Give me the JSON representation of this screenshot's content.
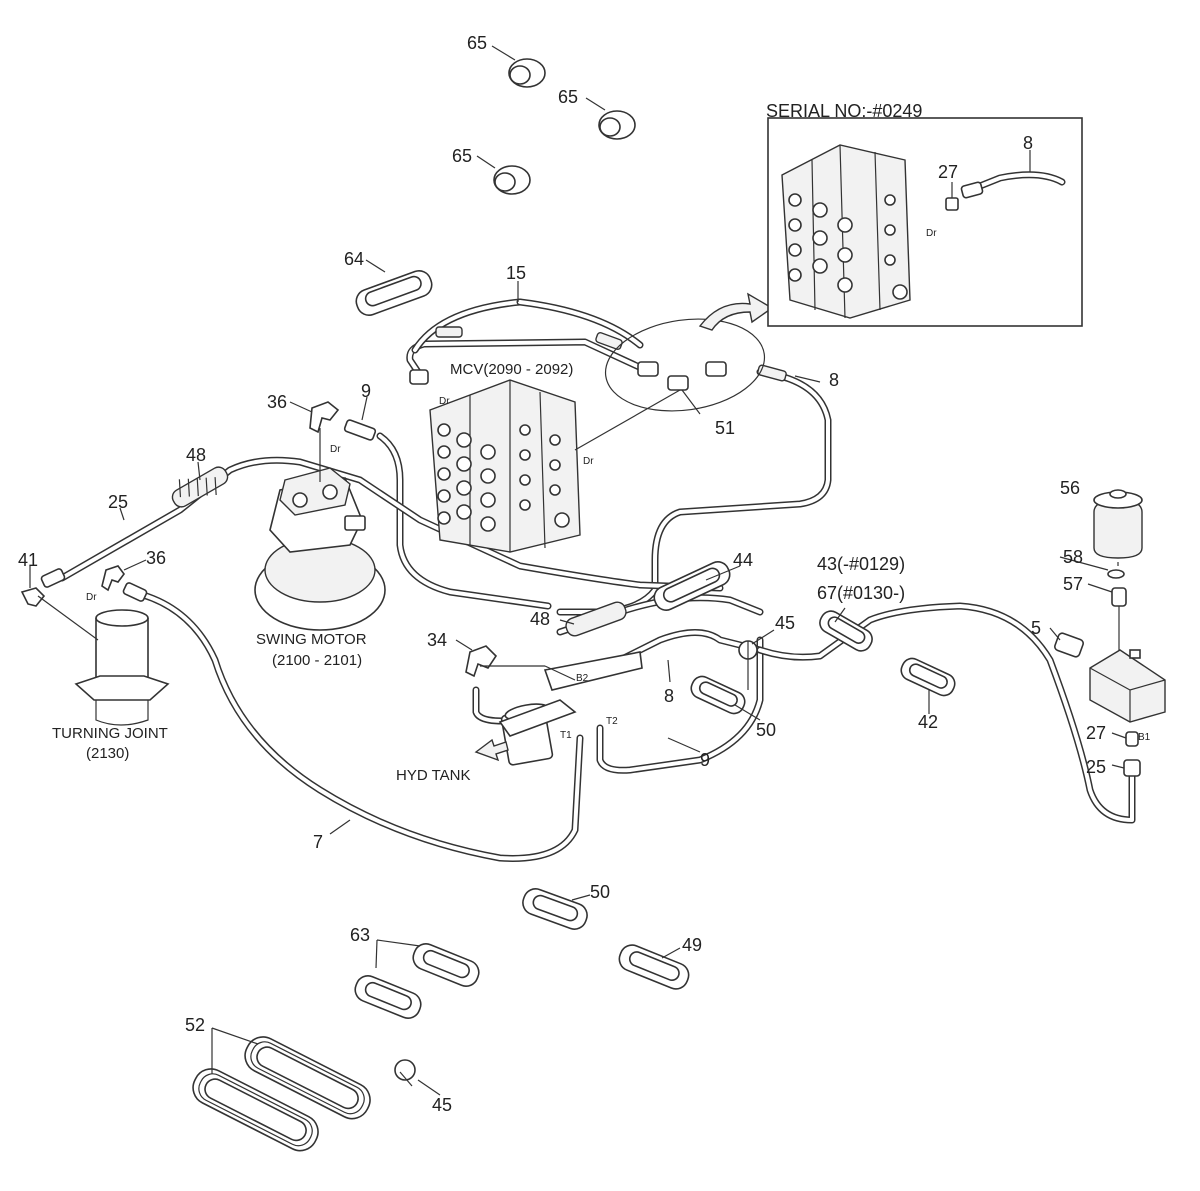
{
  "serial_note": "SERIAL NO:-#0249",
  "assemblies": {
    "mcv": "MCV(2090 - 2092)",
    "swing_motor_name": "SWING MOTOR",
    "swing_motor_range": "(2100 - 2101)",
    "turning_joint_name": "TURNING JOINT",
    "turning_joint_range": "(2130)",
    "hyd_tank": "HYD TANK"
  },
  "port_labels": {
    "dr": "Dr",
    "b2": "B2",
    "t1": "T1",
    "t2": "T2",
    "b1": "B1"
  },
  "callouts": {
    "c65a": "65",
    "c65b": "65",
    "c65c": "65",
    "c64": "64",
    "c15": "15",
    "c8_inset": "8",
    "c27_inset": "27",
    "c36a": "36",
    "c9_top": "9",
    "c48a": "48",
    "c25_left": "25",
    "c41": "41",
    "c36b": "36",
    "c8_mid": "8",
    "c51": "51",
    "c56": "56",
    "c58": "58",
    "c57": "57",
    "c5": "5",
    "c44": "44",
    "c43": "43(-#0129)",
    "c67": "67(#0130-)",
    "c48b": "48",
    "c45_mid": "45",
    "c34": "34",
    "c8_low": "8",
    "c50_mid": "50",
    "c42": "42",
    "c27_right": "27",
    "c25_right": "25",
    "c9_low": "9",
    "c7": "7",
    "c50_bottom": "50",
    "c63": "63",
    "c49": "49",
    "c52": "52",
    "c45_bottom": "45"
  }
}
